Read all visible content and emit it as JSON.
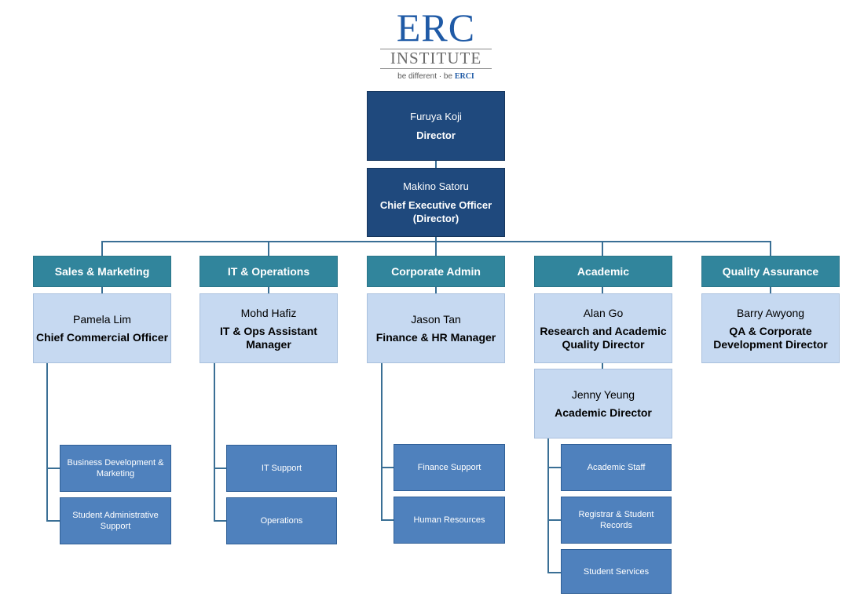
{
  "logo": {
    "wordmark": "ERC",
    "subtitle": "INSTITUTE",
    "tagline_prefix": "be different · be",
    "tagline_brand": "ERCI"
  },
  "top": [
    {
      "name": "Furuya Koji",
      "title": "Director"
    },
    {
      "name": "Makino Satoru",
      "title": "Chief Executive Officer (Director)"
    }
  ],
  "departments": [
    {
      "label": "Sales & Marketing",
      "lead": {
        "name": "Pamela Lim",
        "title": "Chief Commercial Officer"
      },
      "units": [
        "Business Development & Marketing",
        "Student Administrative Support"
      ]
    },
    {
      "label": "IT & Operations",
      "lead": {
        "name": "Mohd Hafiz",
        "title": "IT & Ops Assistant Manager"
      },
      "units": [
        "IT Support",
        "Operations"
      ]
    },
    {
      "label": "Corporate Admin",
      "lead": {
        "name": "Jason Tan",
        "title": "Finance & HR Manager"
      },
      "units": [
        "Finance Support",
        "Human Resources"
      ]
    },
    {
      "label": "Academic",
      "lead": {
        "name": "Alan Go",
        "title": "Research and Academic Quality Director"
      },
      "sublead": {
        "name": "Jenny Yeung",
        "title": "Academic Director"
      },
      "units": [
        "Academic Staff",
        "Registrar & Student Records",
        "Student Services"
      ]
    },
    {
      "label": "Quality Assurance",
      "lead": {
        "name": "Barry Awyong",
        "title": "QA & Corporate Development Director"
      },
      "units": []
    }
  ]
}
